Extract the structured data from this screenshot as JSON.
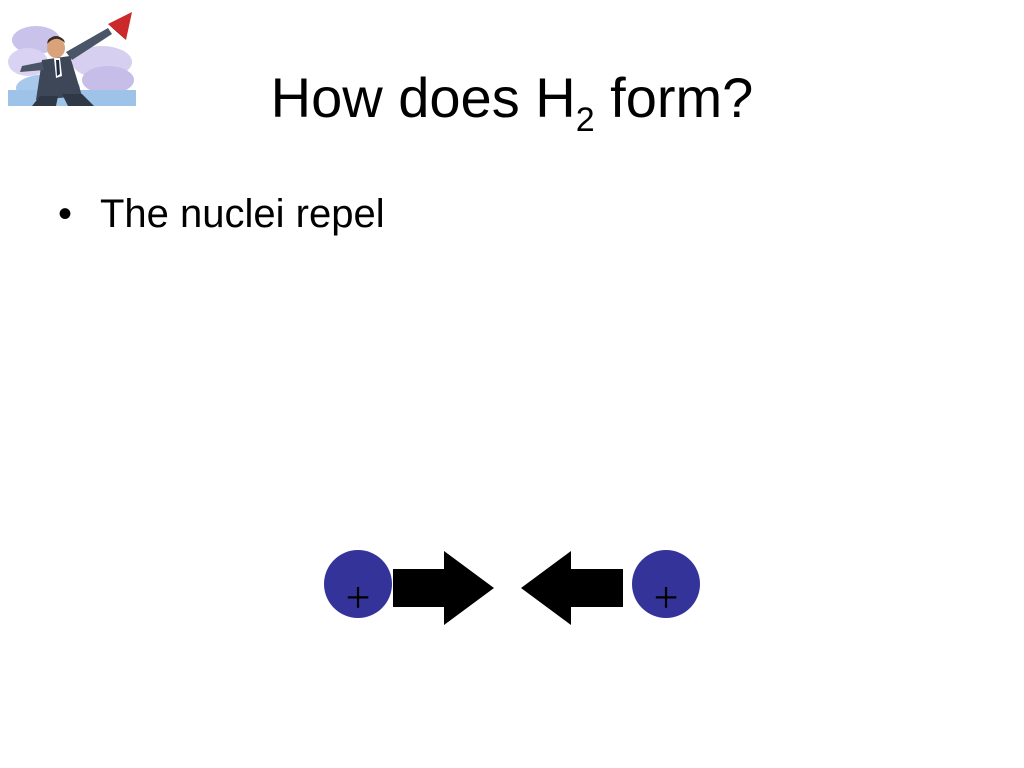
{
  "slide": {
    "title_main": "How does H",
    "title_subscript": "2",
    "title_rest": " form?",
    "bullets": [
      {
        "bullet_char": "•",
        "text": "The nuclei repel"
      }
    ]
  },
  "diagram": {
    "left_nucleus": {
      "label": "+"
    },
    "right_nucleus": {
      "label": "+"
    },
    "colors": {
      "nucleus_fill": "#333399",
      "nucleus_text": "#000000",
      "arrow_fill": "#000000"
    }
  },
  "clipart": {
    "icon": "businessman-throwing-paper-plane-icon"
  }
}
